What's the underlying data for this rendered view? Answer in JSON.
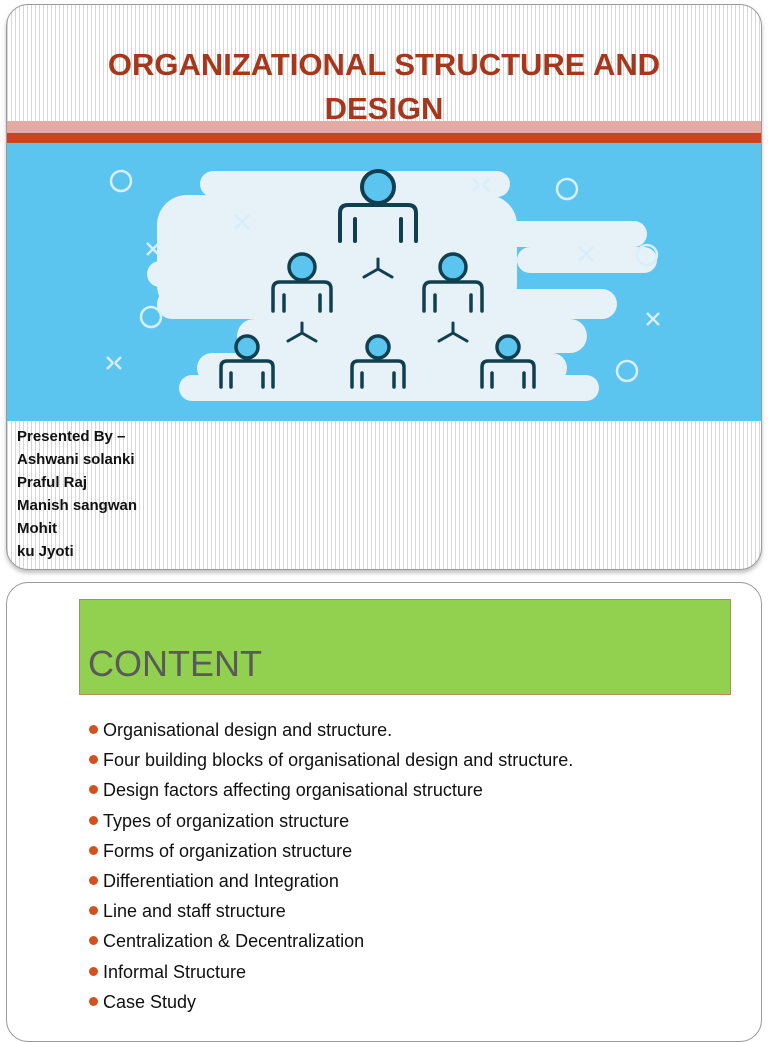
{
  "slide1": {
    "title": "ORGANIZATIONAL STRUCTURE AND DESIGN",
    "illustration": "org-chart-illustration",
    "presenters_heading": "Presented By –",
    "presenters": [
      "Ashwani solanki",
      "Praful Raj",
      "Manish sangwan",
      "Mohit",
      "ku Jyoti"
    ]
  },
  "slide2": {
    "heading": "CONTENT",
    "items": [
      "Organisational design and structure.",
      "Four building blocks of organisational design and structure.",
      "Design factors affecting organisational structure",
      "Types of organization structure",
      "Forms of organization structure",
      "Differentiation and Integration",
      "Line and staff structure",
      "Centralization & Decentralization",
      "Informal Structure",
      "Case Study"
    ]
  },
  "colors": {
    "title": "#a8361a",
    "band_pink": "#e3aaa4",
    "band_red": "#c8451f",
    "hero_bg": "#5bc4ef",
    "cloud": "#e7f1f8",
    "person_stroke": "#10404f",
    "person_head": "#5bc4ef",
    "content_box": "#92d050",
    "bullet": "#d4501e"
  }
}
